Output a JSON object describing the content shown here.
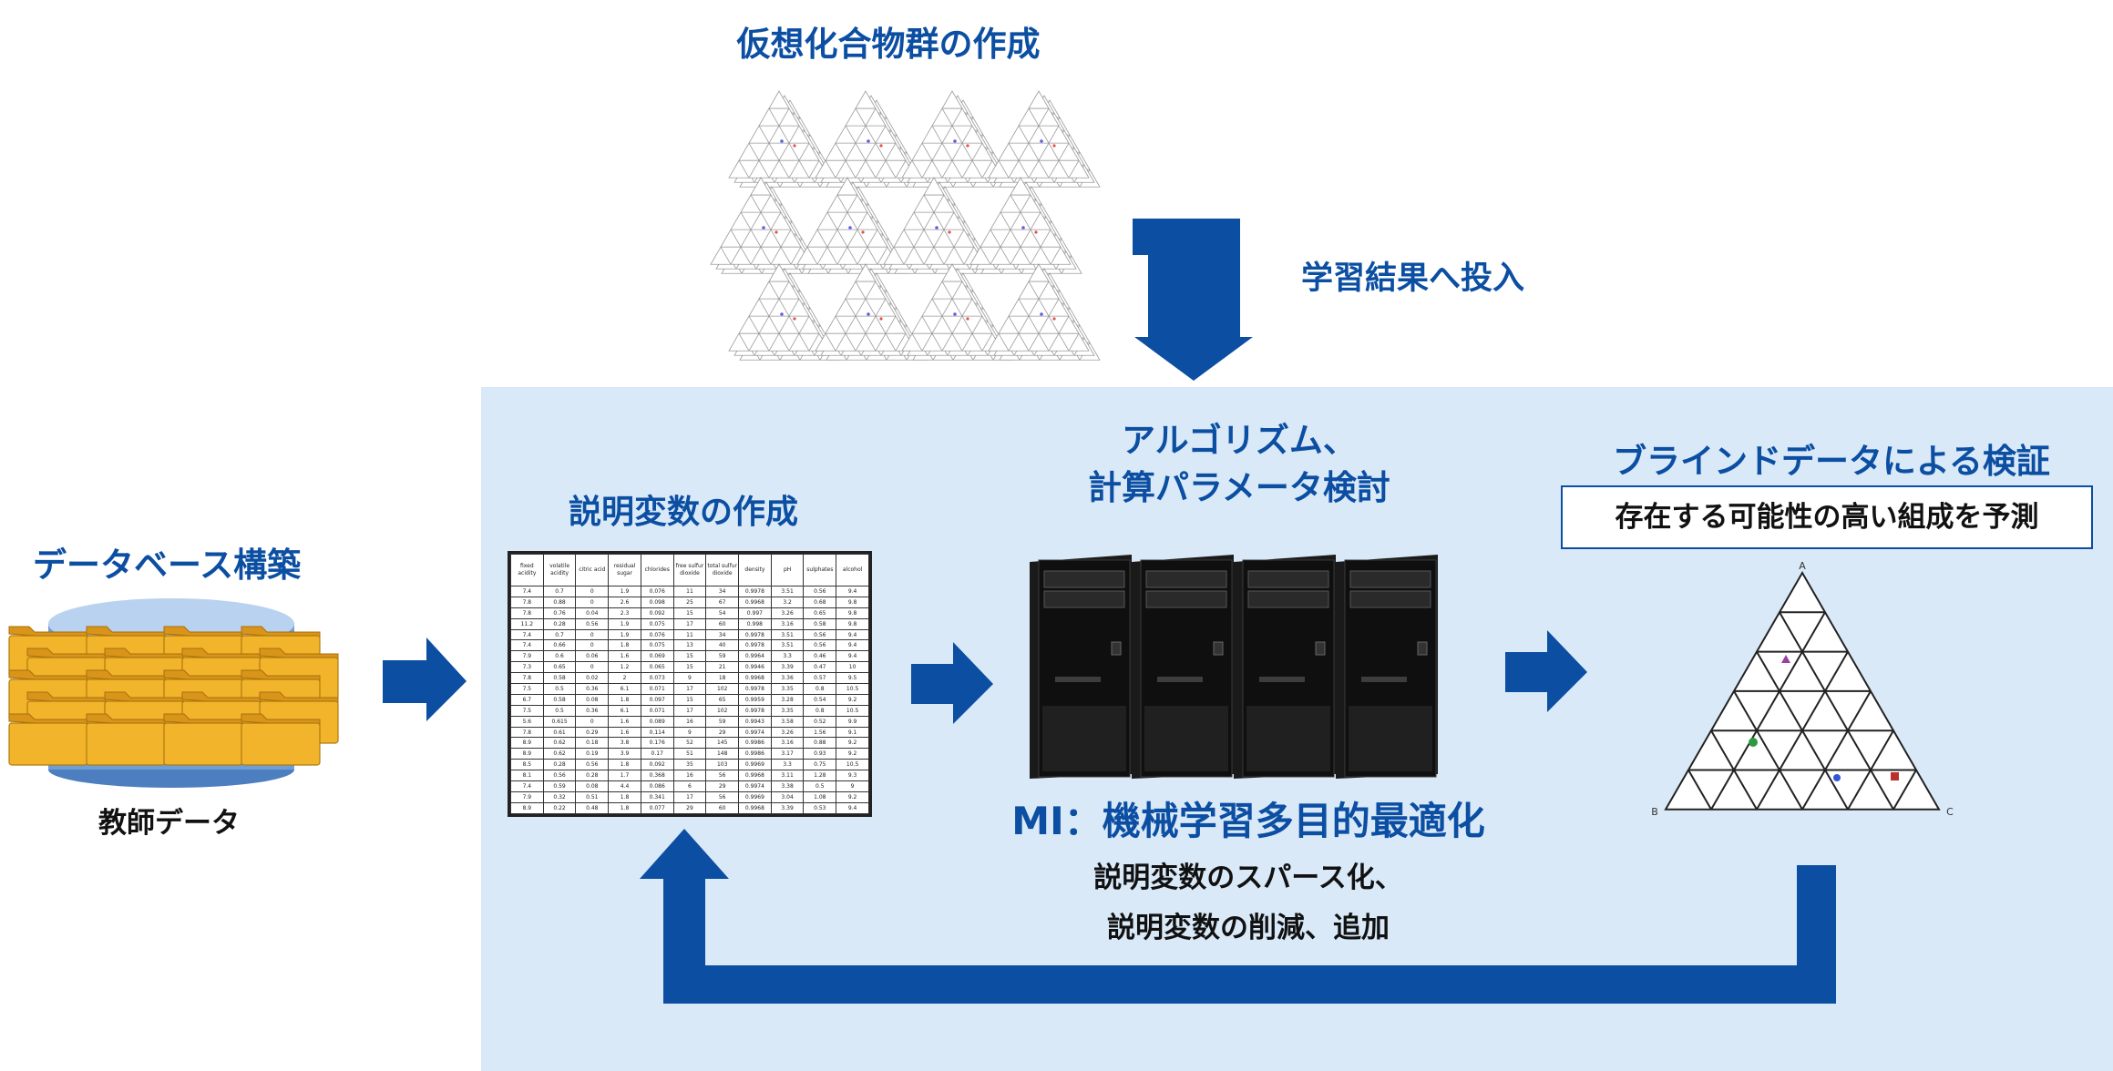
{
  "labels": {
    "virtual_compounds": "仮想化合物群の作成",
    "input_to_results": "学習結果へ投入",
    "database_build": "データベース構築",
    "teacher_data": "教師データ",
    "descriptor_creation": "説明変数の作成",
    "algorithm_line1": "アルゴリズム、",
    "algorithm_line2": "計算パラメータ検討",
    "mi_title": "MI：機械学習多目的最適化",
    "sparse": "説明変数のスパース化、",
    "reduce_add": "説明変数の削減、追加",
    "blind_verification": "ブラインドデータによる検証",
    "predict_box": "存在する可能性の高い組成を予測",
    "ternary_a": "A",
    "ternary_b": "B",
    "ternary_c": "C"
  },
  "table": {
    "headers": [
      "fixed acidity",
      "volatile acidity",
      "citric acid",
      "residual sugar",
      "chlorides",
      "free sulfur dioxide",
      "total sulfur dioxide",
      "density",
      "pH",
      "sulphates",
      "alcohol"
    ],
    "rows": [
      [
        "7.4",
        "0.7",
        "0",
        "1.9",
        "0.076",
        "11",
        "34",
        "0.9978",
        "3.51",
        "0.56",
        "9.4"
      ],
      [
        "7.8",
        "0.88",
        "0",
        "2.6",
        "0.098",
        "25",
        "67",
        "0.9968",
        "3.2",
        "0.68",
        "9.8"
      ],
      [
        "7.8",
        "0.76",
        "0.04",
        "2.3",
        "0.092",
        "15",
        "54",
        "0.997",
        "3.26",
        "0.65",
        "9.8"
      ],
      [
        "11.2",
        "0.28",
        "0.56",
        "1.9",
        "0.075",
        "17",
        "60",
        "0.998",
        "3.16",
        "0.58",
        "9.8"
      ],
      [
        "7.4",
        "0.7",
        "0",
        "1.9",
        "0.076",
        "11",
        "34",
        "0.9978",
        "3.51",
        "0.56",
        "9.4"
      ],
      [
        "7.4",
        "0.66",
        "0",
        "1.8",
        "0.075",
        "13",
        "40",
        "0.9978",
        "3.51",
        "0.56",
        "9.4"
      ],
      [
        "7.9",
        "0.6",
        "0.06",
        "1.6",
        "0.069",
        "15",
        "59",
        "0.9964",
        "3.3",
        "0.46",
        "9.4"
      ],
      [
        "7.3",
        "0.65",
        "0",
        "1.2",
        "0.065",
        "15",
        "21",
        "0.9946",
        "3.39",
        "0.47",
        "10"
      ],
      [
        "7.8",
        "0.58",
        "0.02",
        "2",
        "0.073",
        "9",
        "18",
        "0.9968",
        "3.36",
        "0.57",
        "9.5"
      ],
      [
        "7.5",
        "0.5",
        "0.36",
        "6.1",
        "0.071",
        "17",
        "102",
        "0.9978",
        "3.35",
        "0.8",
        "10.5"
      ],
      [
        "6.7",
        "0.58",
        "0.08",
        "1.8",
        "0.097",
        "15",
        "65",
        "0.9959",
        "3.28",
        "0.54",
        "9.2"
      ],
      [
        "7.5",
        "0.5",
        "0.36",
        "6.1",
        "0.071",
        "17",
        "102",
        "0.9978",
        "3.35",
        "0.8",
        "10.5"
      ],
      [
        "5.6",
        "0.615",
        "0",
        "1.6",
        "0.089",
        "16",
        "59",
        "0.9943",
        "3.58",
        "0.52",
        "9.9"
      ],
      [
        "7.8",
        "0.61",
        "0.29",
        "1.6",
        "0.114",
        "9",
        "29",
        "0.9974",
        "3.26",
        "1.56",
        "9.1"
      ],
      [
        "8.9",
        "0.62",
        "0.18",
        "3.8",
        "0.176",
        "52",
        "145",
        "0.9986",
        "3.16",
        "0.88",
        "9.2"
      ],
      [
        "8.9",
        "0.62",
        "0.19",
        "3.9",
        "0.17",
        "51",
        "148",
        "0.9986",
        "3.17",
        "0.93",
        "9.2"
      ],
      [
        "8.5",
        "0.28",
        "0.56",
        "1.8",
        "0.092",
        "35",
        "103",
        "0.9969",
        "3.3",
        "0.75",
        "10.5"
      ],
      [
        "8.1",
        "0.56",
        "0.28",
        "1.7",
        "0.368",
        "16",
        "56",
        "0.9968",
        "3.11",
        "1.28",
        "9.3"
      ],
      [
        "7.4",
        "0.59",
        "0.08",
        "4.4",
        "0.086",
        "6",
        "29",
        "0.9974",
        "3.38",
        "0.5",
        "9"
      ],
      [
        "7.9",
        "0.32",
        "0.51",
        "1.8",
        "0.341",
        "17",
        "56",
        "0.9969",
        "3.04",
        "1.08",
        "9.2"
      ],
      [
        "8.9",
        "0.22",
        "0.48",
        "1.8",
        "0.077",
        "29",
        "60",
        "0.9968",
        "3.39",
        "0.53",
        "9.4"
      ]
    ]
  },
  "colors": {
    "accent_blue": "#0b4ea2",
    "panel_bg": "#d9e9f8",
    "folder": "#f2b42a",
    "cylinder": "#6d9fd6"
  }
}
